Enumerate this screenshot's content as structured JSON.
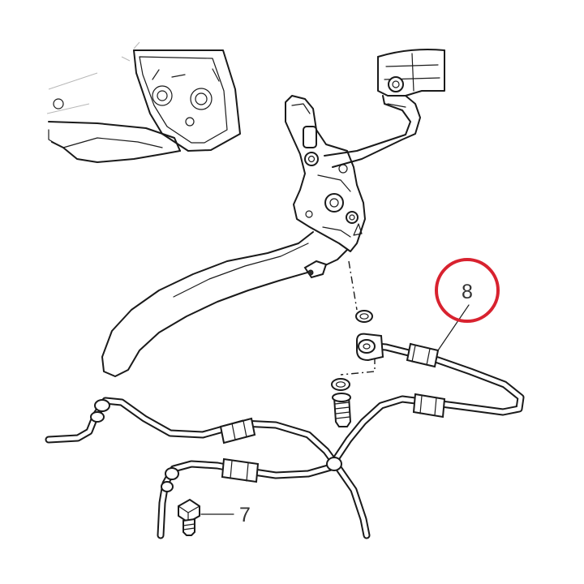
{
  "callouts": [
    {
      "id": "hose",
      "number": "8",
      "highlighted": true
    },
    {
      "id": "banjo-bolt",
      "number": "7",
      "highlighted": false
    }
  ],
  "colors": {
    "highlight_ring": "#d8222f",
    "line_art": "#1a1a1a",
    "background": "#ffffff"
  }
}
